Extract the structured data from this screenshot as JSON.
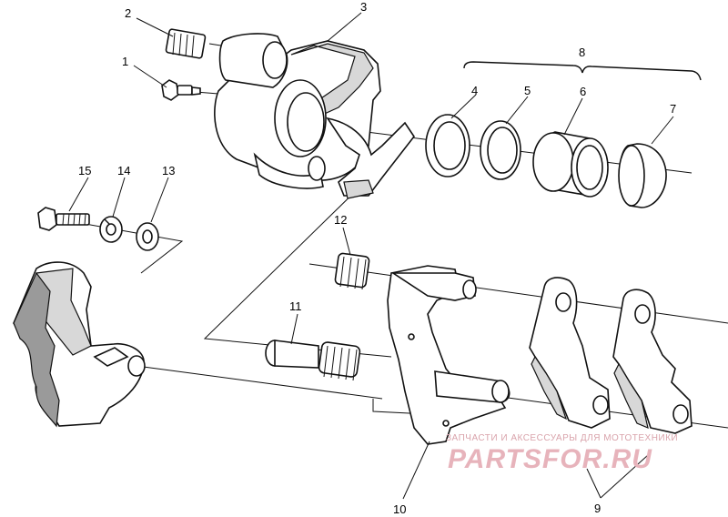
{
  "callouts": {
    "c1": "1",
    "c2": "2",
    "c3": "3",
    "c4": "4",
    "c5": "5",
    "c6": "6",
    "c7": "7",
    "c8": "8",
    "c9": "9",
    "c10": "10",
    "c11": "11",
    "c12": "12",
    "c13": "13",
    "c14": "14",
    "c15": "15"
  },
  "watermark": {
    "tagline": "ЗАПЧАСТИ И АКСЕССУАРЫ ДЛЯ МОТОТЕХНИКИ",
    "logo": "PARTSFOR.RU"
  },
  "colors": {
    "line": "#111111",
    "background": "#ffffff",
    "watermark": "#e7b3bb"
  }
}
